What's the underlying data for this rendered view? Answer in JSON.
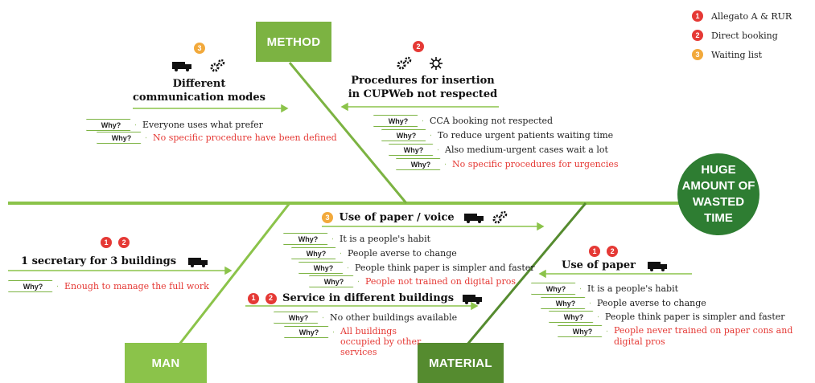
{
  "effect": {
    "line1": "HUGE",
    "line2": "AMOUNT OF",
    "line3": "WASTED",
    "line4": "TIME"
  },
  "categories": {
    "method": "METHOD",
    "man": "MAN",
    "material": "MATERIAL"
  },
  "legend": [
    {
      "num": "1",
      "label": "Allegato A & RUR",
      "color": "#e53935"
    },
    {
      "num": "2",
      "label": "Direct booking",
      "color": "#e53935"
    },
    {
      "num": "3",
      "label": "Waiting list",
      "color": "#f2a93b"
    }
  ],
  "why_label": "Why?",
  "causes": {
    "comm_modes": {
      "badge": "3",
      "title_line1": "Different",
      "title_line2": "communication modes",
      "icons": [
        "truck-icon",
        "gears-icon"
      ],
      "whys": [
        {
          "text": "Everyone uses what prefer",
          "red": false
        },
        {
          "text": "No specific procedure have been defined",
          "red": true
        }
      ]
    },
    "procedures": {
      "badge": "2",
      "title_line1": "Procedures for insertion",
      "title_line2": "in CUPWeb not respected",
      "icons": [
        "gears-icon",
        "burst-icon"
      ],
      "whys": [
        {
          "text": "CCA booking not respected",
          "red": false
        },
        {
          "text": "To reduce urgent patients waiting time",
          "red": false
        },
        {
          "text": "Also medium-urgent cases wait a lot",
          "red": false
        },
        {
          "text": "No specific procedures for urgencies",
          "red": true
        }
      ]
    },
    "secretary": {
      "badges": [
        "1",
        "2"
      ],
      "title": "1 secretary for 3 buildings",
      "icons": [
        "truck-icon"
      ],
      "whys": [
        {
          "text": "Enough to manage the full work",
          "red": true
        }
      ]
    },
    "paper_voice": {
      "badge": "3",
      "title": "Use of paper / voice",
      "icons": [
        "truck-icon",
        "gears-icon"
      ],
      "whys": [
        {
          "text": "It is a people's habit",
          "red": false
        },
        {
          "text": "People averse to change",
          "red": false
        },
        {
          "text": "People think paper is simpler and faster",
          "red": false
        },
        {
          "text": "People not trained on digital pros",
          "red": true
        }
      ]
    },
    "different_buildings": {
      "badges": [
        "1",
        "2"
      ],
      "title": "Service in different buildings",
      "icons": [
        "truck-icon"
      ],
      "whys": [
        {
          "text": "No other buildings available",
          "red": false
        },
        {
          "text": "All buildings occupied by other services",
          "red": true
        }
      ]
    },
    "paper": {
      "badges": [
        "1",
        "2"
      ],
      "title": "Use of paper",
      "icons": [
        "truck-icon"
      ],
      "whys": [
        {
          "text": "It is a people's habit",
          "red": false
        },
        {
          "text": "People averse to change",
          "red": false
        },
        {
          "text": "People think paper is simpler and faster",
          "red": false
        },
        {
          "text": "People never trained on paper cons and digital pros",
          "red": true
        }
      ]
    }
  },
  "colors": {
    "spine": "#8bc34a",
    "method_box": "#7cb342",
    "man_box": "#8bc34a",
    "material_box": "#558b2f",
    "head": "#2e7d32",
    "red_text": "#e53935",
    "badge_red": "#e53935",
    "badge_orange": "#f2a93b"
  }
}
